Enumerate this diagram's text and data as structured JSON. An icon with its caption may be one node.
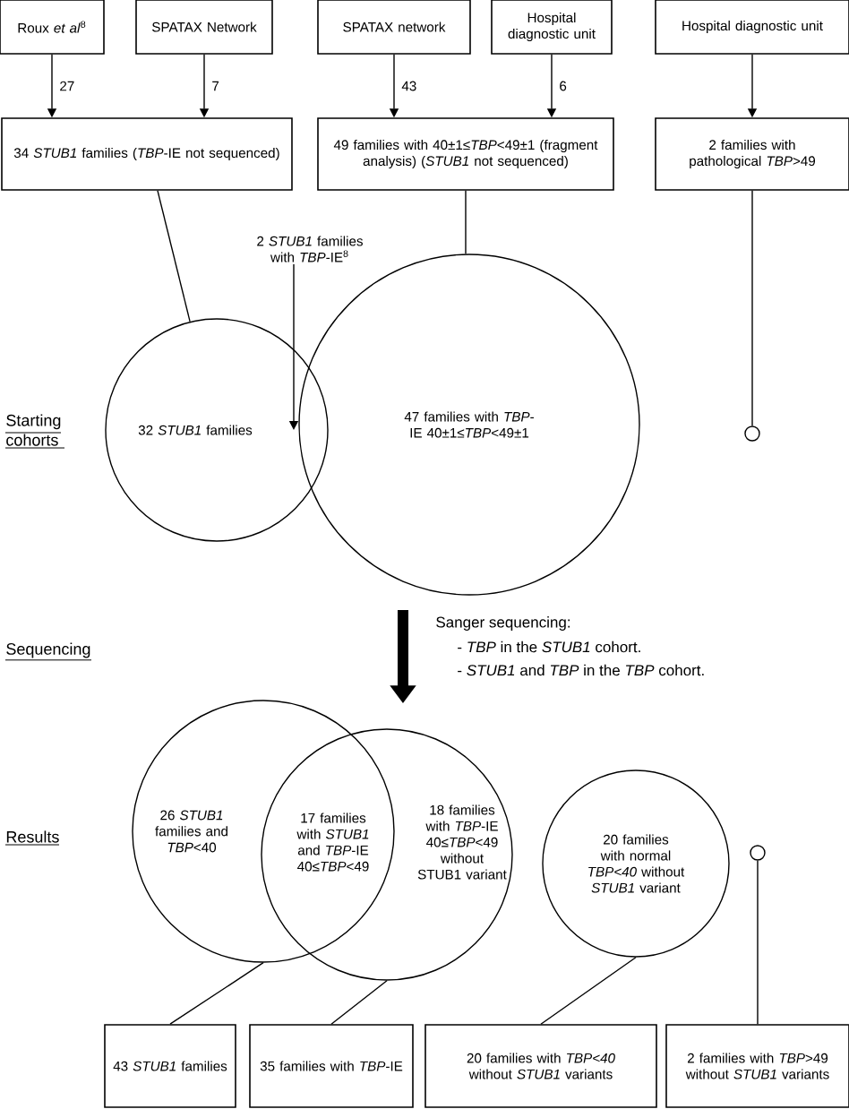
{
  "diagram": {
    "nodes": [
      {
        "text": [
          "Roux *et al*$^{8}$"
        ]
      },
      {
        "text": [
          "SPATAX Network"
        ]
      },
      {
        "text": [
          "SPATAX network"
        ]
      },
      {
        "text": [
          "Hospital diagnostic unit"
        ]
      },
      {
        "text": [
          "Hospital diagnostic unit"
        ]
      },
      {
        "text": [
          "34 *STUB1* families (*TBP*-IE not sequenced)"
        ]
      },
      {
        "text": [
          "49 families with 40±1≤*TBP*<49±1 (fragment analysis) (*STUB1* not sequenced)"
        ]
      },
      {
        "text": [
          "2 families with pathological *TBP*>49"
        ]
      },
      {
        "text": [
          "32 *STUB1* families"
        ]
      },
      {
        "text": [
          "47 families with *TBP*-IE 40±1≤*TBP*<49±1"
        ]
      },
      {
        "text": [
          "2 *STUB1* families with *TBP*-IE$^{8}$"
        ]
      },
      {
        "text": [],
        "shape": "circle"
      },
      {
        "text": [
          "26 *STUB1* families and *TBP*<40"
        ]
      },
      {
        "text": [
          "18 families with *TBP*-IE 40≤*TBP*<49 without STUB1 variant"
        ]
      },
      {
        "text": [
          "20 families with normal *TBP<40* without *STUB1* variant"
        ]
      },
      {
        "text": [],
        "shape": "circle"
      },
      {
        "text": [
          "43 *STUB1* families"
        ]
      },
      {
        "text": [
          "35 families with *TBP*-IE"
        ]
      },
      {
        "text": [
          "20 families with *TBP<40* without *STUB1* variants"
        ]
      },
      {
        "text": [
          "2 families with *TBP*>49 without *STUB1* variants"
        ]
      }
    ],
    "edges": [
      {
        "from": 0,
        "to": 5,
        "arrow": "to",
        "label": "27"
      },
      {
        "from": 1,
        "to": 5,
        "arrow": "to",
        "label": "7"
      },
      {
        "from": 2,
        "to": 6,
        "arrow": "to",
        "label": "43"
      },
      {
        "from": 3,
        "to": 6,
        "arrow": "to",
        "label": "6"
      },
      {
        "from": 4,
        "to": 7,
        "arrow": "to"
      },
      {
        "from": 5,
        "to": 8,
        "arrow": "none"
      },
      {
        "from": 6,
        "to": 9,
        "arrow": "none"
      },
      {
        "from": 7,
        "to": 11,
        "arrow": "none"
      },
      {
        "from": 10,
        "to": 8,
        "arrow": "to"
      },
      {
        "from": 9,
        "to": 13,
        "arrow": "to",
        "style": "thick"
      },
      {
        "from": 12,
        "to": 16,
        "arrow": "none"
      },
      {
        "from": 13,
        "to": 17,
        "arrow": "none"
      },
      {
        "from": 14,
        "to": 18,
        "arrow": "none"
      },
      {
        "from": 19,
        "to": 15,
        "arrow": "none"
      }
    ],
    "labels": [
      "Starting cohorts",
      "Sequencing",
      "Sanger sequencing:",
      "- *TBP* in the *STUB1* cohort.",
      "- *STUB1* and *TBP* in the *TBP* cohort.",
      "Results",
      "17 families with *STUB1* and *TBP*-IE 40≤*TBP*<49"
    ]
  }
}
